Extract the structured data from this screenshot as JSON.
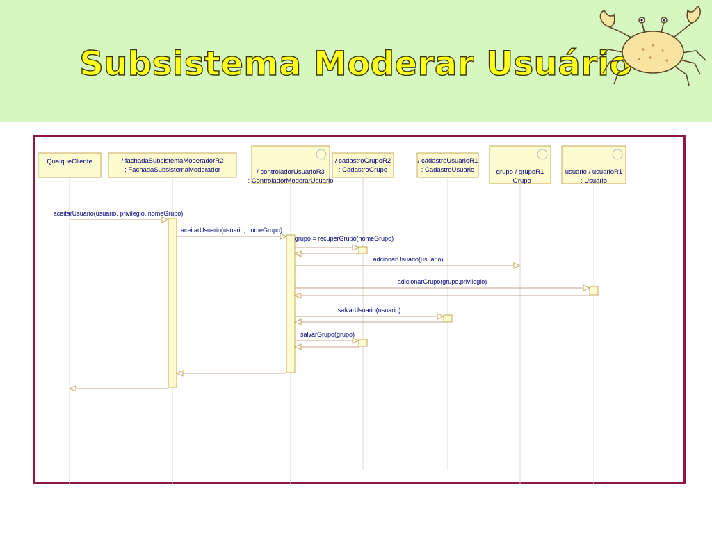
{
  "slide": {
    "title": "Subsistema Moderar Usuário",
    "header_color": "#d6f8c0",
    "title_color": "#ffff1a",
    "frame_color": "#8b1a3d",
    "mascot_icon": "crab-icon"
  },
  "diagram": {
    "type": "uml-sequence",
    "line_color": "#c8a08c",
    "box_fill": "#fffbd0",
    "box_stroke": "#c8a85a",
    "text_color": "#00007a",
    "lifelines": [
      {
        "id": "cliente",
        "lines": [
          "QualqueCliente",
          ""
        ],
        "boundary_icon": false
      },
      {
        "id": "fachada",
        "lines": [
          "/  fachadaSubsistemaModeradorR2",
          ": FachadaSubsistemaModerador"
        ],
        "boundary_icon": false
      },
      {
        "id": "controlador",
        "lines": [
          "/  controladorUsuarioR3",
          ": ControladorModerarUsuario"
        ],
        "boundary_icon": true
      },
      {
        "id": "cadGrupo",
        "lines": [
          "/  cadastroGrupoR2",
          ": CadastroGrupo"
        ],
        "boundary_icon": false
      },
      {
        "id": "cadUsuario",
        "lines": [
          "/  cadastroUsuarioR1",
          ": CadastroUsuario"
        ],
        "boundary_icon": false
      },
      {
        "id": "grupo",
        "lines": [
          "grupo  /  grupoR1",
          ": Grupo"
        ],
        "boundary_icon": true
      },
      {
        "id": "usuario",
        "lines": [
          "usuario  /  usuarioR1",
          ": Usuario"
        ],
        "boundary_icon": true
      }
    ],
    "messages": [
      {
        "label": "aceitarUsuario(usuario, privilegio, nomeGrupo)",
        "from": "cliente",
        "to": "fachada"
      },
      {
        "label": "aceitarUsuario(usuario, nomeGrupo)",
        "from": "fachada",
        "to": "controlador"
      },
      {
        "label": "grupo = recuperGrupo(nomeGrupo)",
        "from": "controlador",
        "to": "cadGrupo"
      },
      {
        "label": "adcionarUsuario(usuario)",
        "from": "controlador",
        "to": "grupo"
      },
      {
        "label": "adicionarGrupo(grupo,privilegio)",
        "from": "controlador",
        "to": "usuario"
      },
      {
        "label": "salvarUsuario(usuario)",
        "from": "controlador",
        "to": "cadUsuario"
      },
      {
        "label": "salvarGrupo(grupo)",
        "from": "controlador",
        "to": "cadGrupo"
      }
    ]
  }
}
